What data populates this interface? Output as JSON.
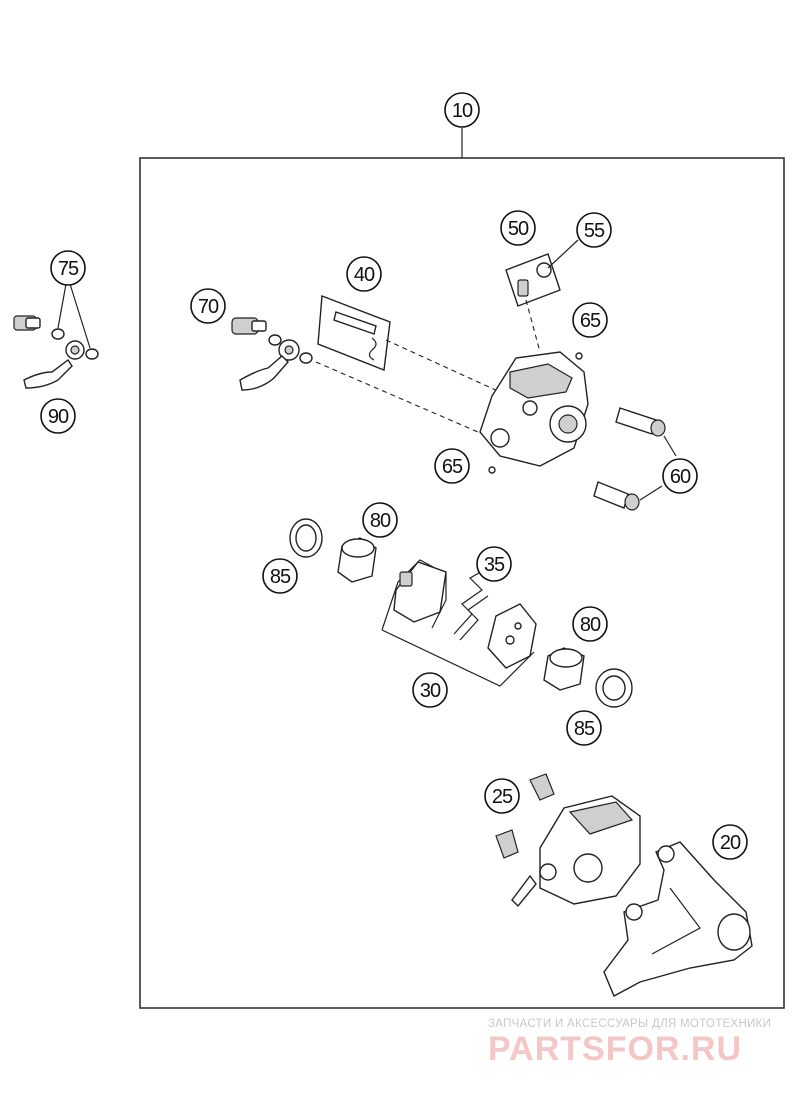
{
  "callouts": [
    {
      "id": "c10",
      "label": "10"
    },
    {
      "id": "c50",
      "label": "50"
    },
    {
      "id": "c55",
      "label": "55"
    },
    {
      "id": "c75",
      "label": "75"
    },
    {
      "id": "c40",
      "label": "40"
    },
    {
      "id": "c70",
      "label": "70"
    },
    {
      "id": "c65a",
      "label": "65"
    },
    {
      "id": "c90",
      "label": "90"
    },
    {
      "id": "c65b",
      "label": "65"
    },
    {
      "id": "c60",
      "label": "60"
    },
    {
      "id": "c80a",
      "label": "80"
    },
    {
      "id": "c85a",
      "label": "85"
    },
    {
      "id": "c35",
      "label": "35"
    },
    {
      "id": "c80b",
      "label": "80"
    },
    {
      "id": "c30",
      "label": "30"
    },
    {
      "id": "c85b",
      "label": "85"
    },
    {
      "id": "c25",
      "label": "25"
    },
    {
      "id": "c20",
      "label": "20"
    }
  ],
  "watermark": {
    "tagline": "ЗАПЧАСТИ И АКСЕССУАРЫ ДЛЯ МОТОТЕХНИКИ",
    "brand": "PARTSFOR.RU"
  }
}
